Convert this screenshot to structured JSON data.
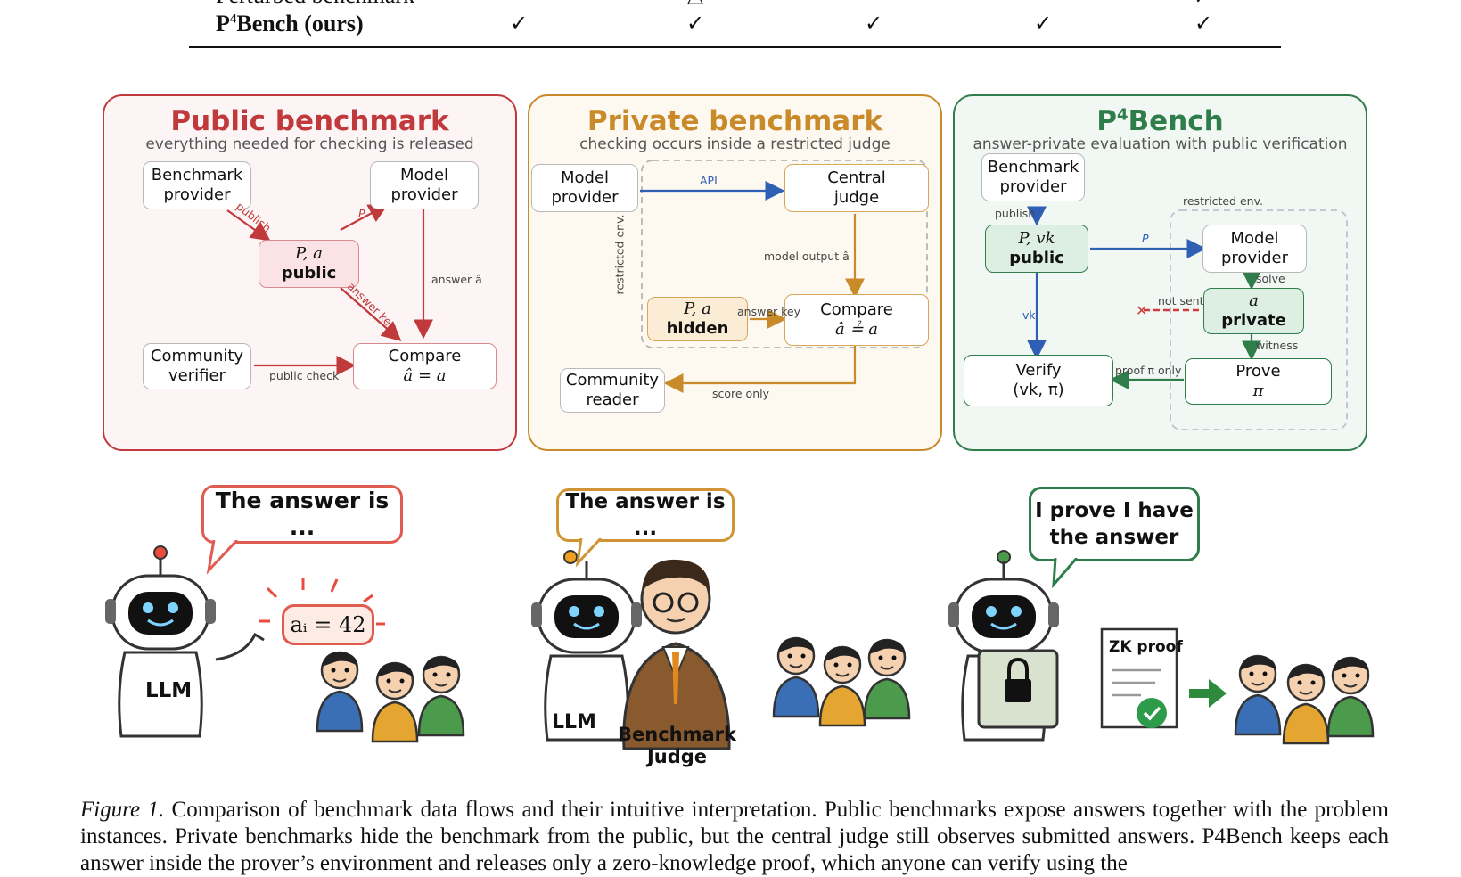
{
  "table": {
    "rows": [
      {
        "name": "Perturbed benchmark",
        "sup": "",
        "marks": [
          "✓",
          "△",
          "✓",
          "✓",
          "✗"
        ]
      },
      {
        "name": "Bench (ours)",
        "prefix": "P",
        "sup": "4",
        "marks": [
          "✓",
          "✓",
          "✓",
          "✓",
          "✓"
        ]
      }
    ]
  },
  "panels": {
    "public": {
      "title": "Public benchmark",
      "subtitle": "everything needed for checking is released",
      "nodes": {
        "benchmark_provider": [
          "Benchmark",
          "provider"
        ],
        "model_provider": [
          "Model",
          "provider"
        ],
        "pa_public": {
          "top": "P, a",
          "bottom": "public"
        },
        "community_verifier": [
          "Community",
          "verifier"
        ],
        "compare": {
          "top": "Compare",
          "bottom": "â = a"
        }
      },
      "labels": {
        "publish": "publish",
        "p": "P",
        "answer_key": "answer key",
        "answer_hat": "answer â",
        "public_check": "public check"
      },
      "color": "#c0393b"
    },
    "private": {
      "title": "Private benchmark",
      "subtitle": "checking occurs inside a restricted judge",
      "nodes": {
        "model_provider": [
          "Model",
          "provider"
        ],
        "central_judge": [
          "Central",
          "judge"
        ],
        "pa_hidden": {
          "top": "P, a",
          "bottom": "hidden"
        },
        "compare": {
          "top": "Compare",
          "bottom": "â ≟ a"
        },
        "community_reader": [
          "Community",
          "reader"
        ]
      },
      "labels": {
        "api": "API",
        "restricted_env": "restricted env.",
        "model_output": "model output â",
        "answer_key": "answer key",
        "score_only": "score only"
      },
      "color": "#c98a2a"
    },
    "p4": {
      "title_prefix": "P",
      "title_sup": "4",
      "title_rest": "Bench",
      "subtitle": "answer-private evaluation with public verification",
      "nodes": {
        "benchmark_provider": [
          "Benchmark",
          "provider"
        ],
        "p_vk_public": {
          "top": "P, vk",
          "bottom": "public"
        },
        "model_provider": [
          "Model",
          "provider"
        ],
        "a_private": {
          "top": "a",
          "bottom": "private"
        },
        "verify": [
          "Verify",
          "(vk, π)"
        ],
        "prove": [
          "Prove",
          "π"
        ]
      },
      "labels": {
        "restricted_env": "restricted env.",
        "publish": "publish",
        "p": "P",
        "solve": "solve",
        "not_sent": "not sent",
        "vk": "vk",
        "witness": "witness",
        "proof_only": "proof π only"
      },
      "color": "#2e7d4b"
    }
  },
  "cartoons": {
    "public": {
      "bubble": "The answer is ...",
      "robot_label": "LLM",
      "answer": "aᵢ = 42"
    },
    "private": {
      "bubble": "The answer is ...",
      "robot_label": "LLM",
      "judge_label": [
        "Benchmark",
        "Judge"
      ]
    },
    "p4": {
      "bubble": [
        "I prove I have",
        "the answer"
      ],
      "doc_label": "ZK proof"
    }
  },
  "caption": {
    "fig_label": "Figure 1.",
    "text": "Comparison of benchmark data flows and their intuitive interpretation. Public benchmarks expose answers together with the problem instances. Private benchmarks hide the benchmark from the public, but the central judge still observes submitted answers. P4Bench keeps each answer inside the prover’s environment and releases only a zero-knowledge proof, which anyone can verify using the"
  }
}
